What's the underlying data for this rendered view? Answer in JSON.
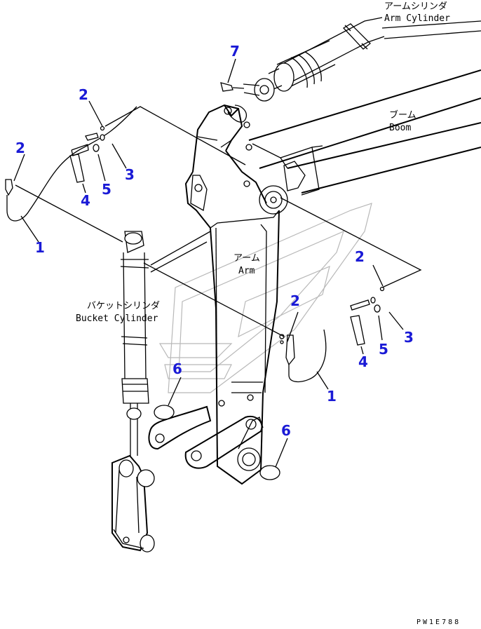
{
  "labels": {
    "arm_cylinder_jp": "アームシリンダ",
    "arm_cylinder_en": "Arm Cylinder",
    "boom_jp": "ブーム",
    "boom_en": "Boom",
    "arm_jp": "アーム",
    "arm_en": "Arm",
    "bucket_cylinder_jp": "バケットシリンダ",
    "bucket_cylinder_en": "Bucket Cylinder"
  },
  "callouts": {
    "c7": "7",
    "l2a": "2",
    "l2b": "2",
    "l3a": "3",
    "l4a": "4",
    "l5a": "5",
    "l1a": "1",
    "r2a": "2",
    "r2b": "2",
    "r3a": "3",
    "r4a": "4",
    "r5a": "5",
    "r1a": "1",
    "c6a": "6",
    "c6b": "6"
  },
  "drawing_code": "PW1E788",
  "colors": {
    "callout": "#1a1ad6",
    "line": "#000000",
    "watermark": "#b8b8b8"
  }
}
